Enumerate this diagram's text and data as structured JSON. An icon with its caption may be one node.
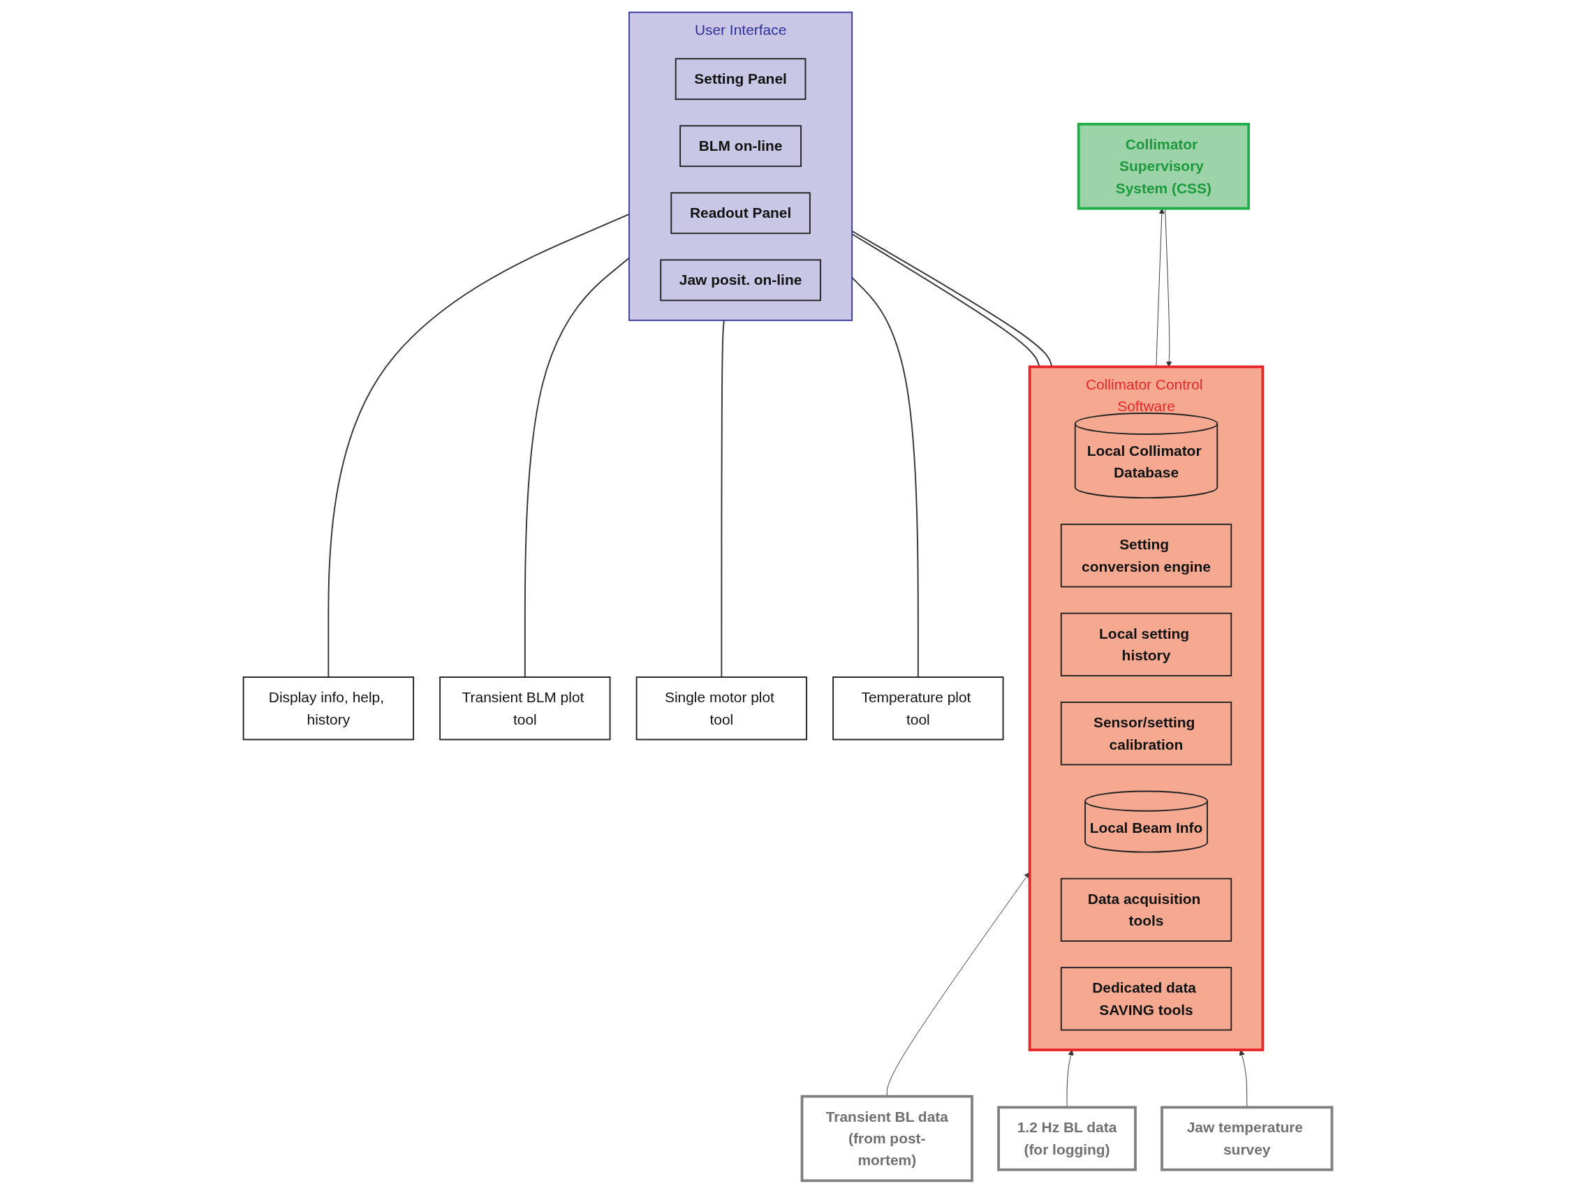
{
  "diagram": {
    "nodes": [
      {
        "text": [
          "User Interface"
        ]
      },
      {
        "text": [
          "Setting Panel"
        ],
        "in": 0
      },
      {
        "text": [
          "BLM on-line"
        ],
        "in": 0
      },
      {
        "text": [
          "Readout Panel"
        ],
        "in": 0
      },
      {
        "text": [
          "Jaw posit. on-line"
        ],
        "in": 0
      },
      {
        "text": [
          "Display info, help, history"
        ]
      },
      {
        "text": [
          "Transient BLM plot tool"
        ]
      },
      {
        "text": [
          "Single motor plot tool"
        ]
      },
      {
        "text": [
          "Temperature plot tool"
        ]
      },
      {
        "text": [
          "Collimator Control Software"
        ]
      },
      {
        "text": [
          "Local Collimator Database"
        ],
        "in": 9
      },
      {
        "text": [
          "Setting conversion engine"
        ],
        "in": 9
      },
      {
        "text": [
          "Local setting history"
        ],
        "in": 9
      },
      {
        "text": [
          "Sensor/setting calibration"
        ],
        "in": 9
      },
      {
        "text": [
          "Local Beam Info"
        ],
        "in": 9
      },
      {
        "text": [
          "Data acquisition tools"
        ],
        "in": 9
      },
      {
        "text": [
          "Dedicated data SAVING tools"
        ],
        "in": 9
      },
      {
        "text": [
          "Collimator Supervisory System (CSS)"
        ]
      },
      {
        "text": [
          "Transient BL data",
          "(from post-mortem)"
        ]
      },
      {
        "text": [
          "1.2 Hz BL data",
          "(for logging)"
        ]
      },
      {
        "text": [
          "Jaw temperature survey"
        ]
      }
    ],
    "edges": [
      {
        "from": 0,
        "to": 5,
        "arrow": "none"
      },
      {
        "from": 0,
        "to": 6,
        "arrow": "none"
      },
      {
        "from": 0,
        "to": 7,
        "arrow": "none"
      },
      {
        "from": 0,
        "to": 8,
        "arrow": "none"
      },
      {
        "from": 0,
        "to": 9,
        "arrow": "none"
      },
      {
        "from": 0,
        "to": 9,
        "arrow": "none"
      },
      {
        "from": 9,
        "to": 17,
        "arrow": "to"
      },
      {
        "from": 17,
        "to": 9,
        "arrow": "to"
      },
      {
        "from": 18,
        "to": 9,
        "arrow": "to"
      },
      {
        "from": 19,
        "to": 9,
        "arrow": "to"
      },
      {
        "from": 20,
        "to": 9,
        "arrow": "to"
      }
    ]
  }
}
